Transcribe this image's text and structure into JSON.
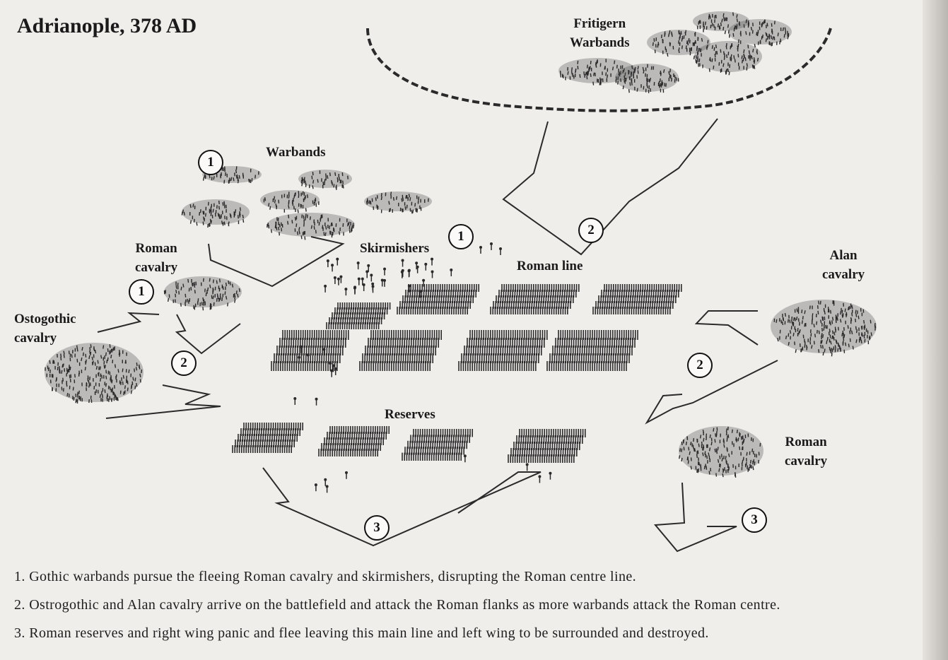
{
  "title": "Adrianople, 378 AD",
  "labels": {
    "fritigern_warbands": [
      "Fritigern",
      "Warbands"
    ],
    "warbands": "Warbands",
    "skirmishers": "Skirmishers",
    "roman_line": "Roman line",
    "roman_cavalry_left": [
      "Roman",
      "cavalry"
    ],
    "ostrogothic_cavalry": [
      "Ostogothic",
      "cavalry"
    ],
    "alan_cavalry": [
      "Alan",
      "cavalry"
    ],
    "reserves": "Reserves",
    "roman_cavalry_right": [
      "Roman",
      "cavalry"
    ]
  },
  "markers": [
    "1",
    "1",
    "1",
    "2",
    "2",
    "2",
    "3",
    "3"
  ],
  "notes": [
    "1. Gothic warbands pursue the fleeing Roman cavalry and skirmishers, disrupting the Roman centre line.",
    "2. Ostrogothic and Alan cavalry arrive on the battlefield and attack the Roman flanks as more warbands attack the Roman centre.",
    "3. Roman reserves and right wing panic and flee leaving this main line and left wing to be surrounded and destroyed."
  ],
  "colors": {
    "ink": "#1a1a1a",
    "paper": "#f0eeeb",
    "troops": "#2a2a2a"
  }
}
